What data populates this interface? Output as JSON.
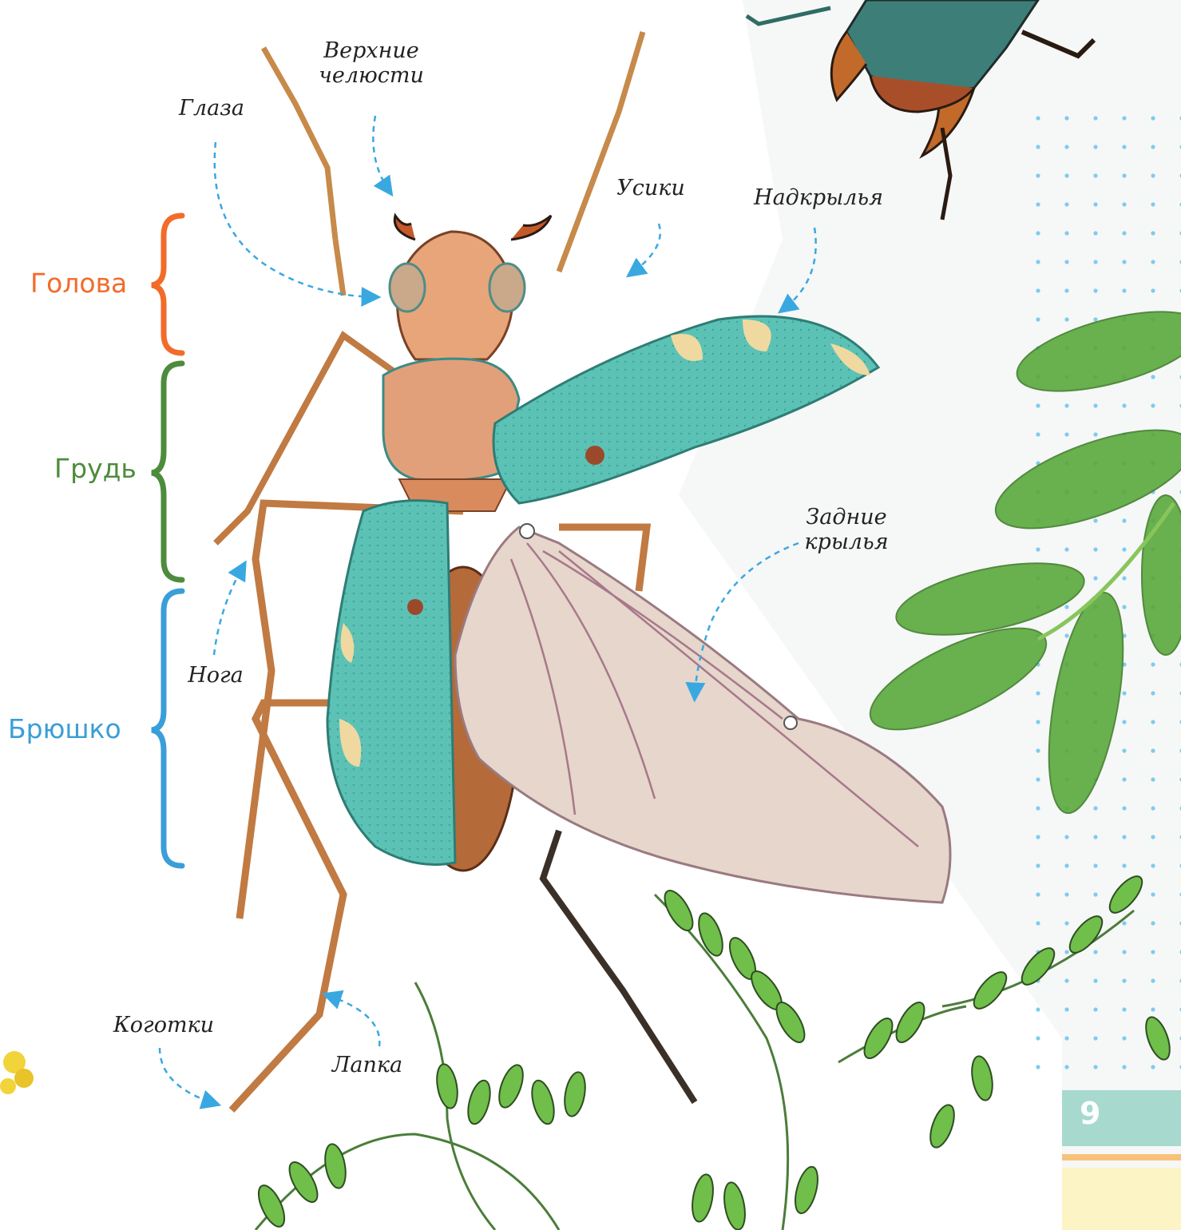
{
  "sections": {
    "head": {
      "label": "Голова",
      "color": "#f26b2a"
    },
    "thorax": {
      "label": "Грудь",
      "color": "#4d8c3d"
    },
    "abdomen": {
      "label": "Брюшко",
      "color": "#3a9ed8"
    }
  },
  "callouts": {
    "upper_jaws": "Верхние челюсти",
    "eyes": "Глаза",
    "antennae": "Усики",
    "elytra": "Надкрылья",
    "hind_wings": "Задние крылья",
    "leg": "Нога",
    "claws": "Коготки",
    "tarsus": "Лапка"
  },
  "page_number": "9",
  "colors": {
    "arrow": "#3aa8e0",
    "elytra": "#5cc2b6",
    "wing": "#d8c6c0",
    "leaf": "#5aa83a",
    "page_tab": "#a7d9cf",
    "tab_line": "#f8c27a",
    "tab_cream": "#fdf4c6",
    "dots": "#7fcbee"
  }
}
